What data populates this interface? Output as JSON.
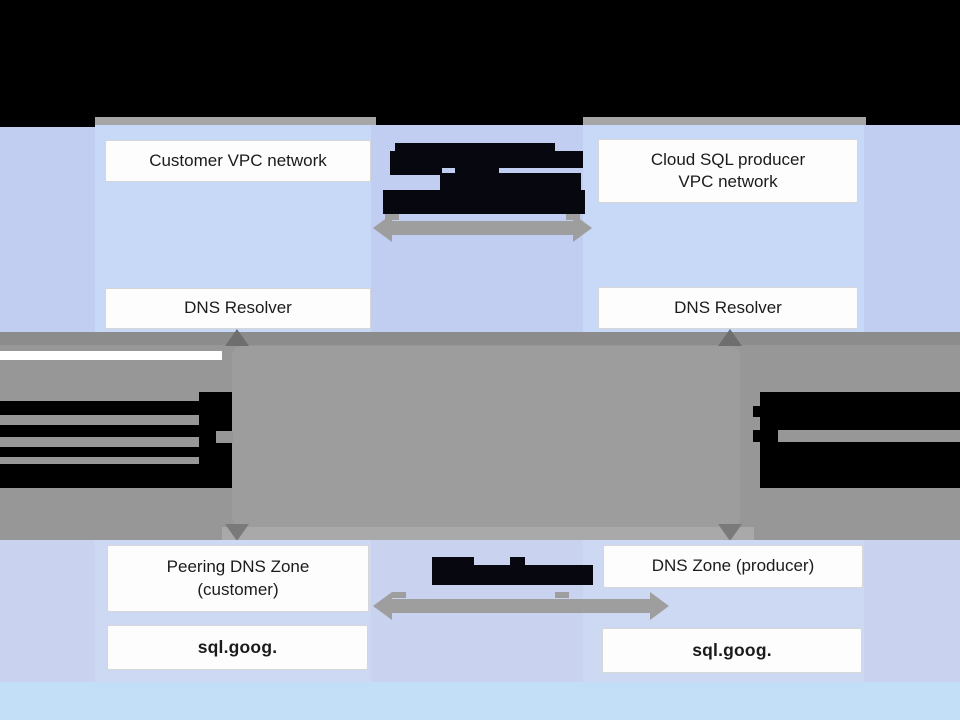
{
  "boxes": {
    "customer_vpc": "Customer VPC network",
    "producer_vpc": [
      "Cloud SQL producer",
      "VPC network"
    ],
    "customer_resolver": "DNS Resolver",
    "producer_resolver": "DNS Resolver",
    "customer_zone": [
      "Peering DNS Zone",
      "(customer)"
    ],
    "producer_zone": "DNS Zone (producer)",
    "customer_domain": "sql.goog.",
    "producer_domain": "sql.goog."
  },
  "colors": {
    "redaction_black": "#06070f",
    "header_black": "#000000",
    "panel_blue": "#c8d8f7",
    "band_blue": "#c2cef1",
    "band_gray": "#979797",
    "arrow_gray": "#9e9e9e",
    "label_box_white": "#fdfdfe"
  }
}
